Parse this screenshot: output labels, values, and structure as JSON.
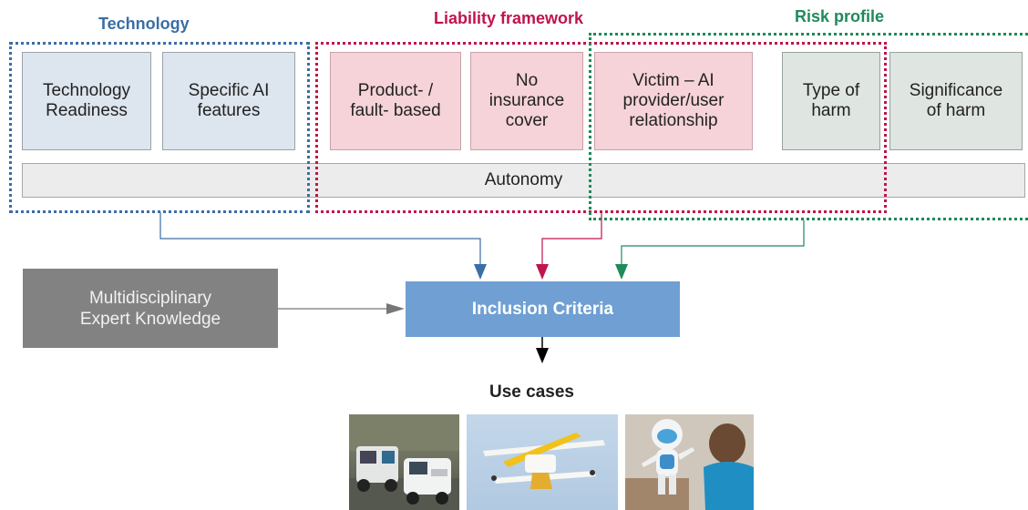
{
  "groups": {
    "technology": {
      "title": "Technology",
      "color": "#3a6ea5"
    },
    "liability": {
      "title": "Liability framework",
      "color": "#c0144c"
    },
    "risk": {
      "title": "Risk profile",
      "color": "#1f8a5a"
    }
  },
  "boxes": {
    "technology_readiness": "Technology\nReadiness",
    "specific_ai_features": "Specific AI\nfeatures",
    "product_fault_based": "Product- /\nfault- based",
    "no_insurance_cover": "No\ninsurance\ncover",
    "victim_relationship": "Victim – AI\nprovider/user\nrelationship",
    "type_of_harm": "Type of\nharm",
    "significance_of_harm": "Significance\nof harm"
  },
  "autonomy": "Autonomy",
  "expert_knowledge": "Multidisciplinary\nExpert Knowledge",
  "inclusion_criteria": "Inclusion Criteria",
  "use_cases": {
    "title": "Use cases",
    "images": [
      "street-sweeper-vehicles-photo",
      "delivery-drone-photo",
      "humanoid-robot-child-photo"
    ]
  }
}
